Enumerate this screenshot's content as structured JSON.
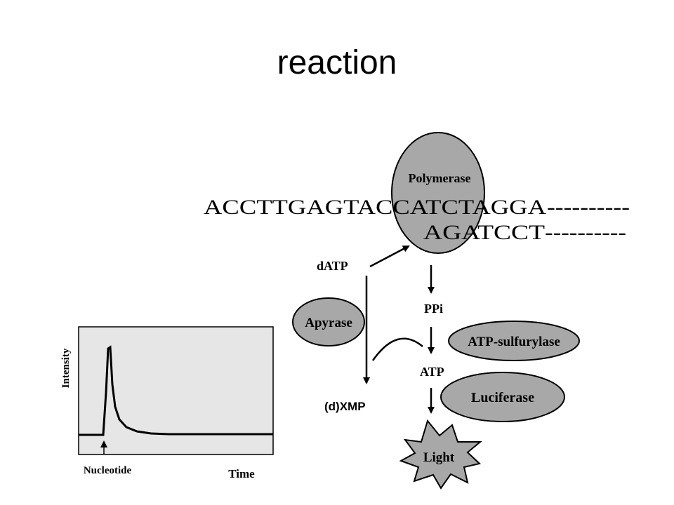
{
  "slide": {
    "title": "reaction"
  },
  "sequence": {
    "template": "ACCTTGAGTACCATCTAGGA",
    "template_tail": "----------",
    "primer": "AGATCCT",
    "primer_tail": "----------"
  },
  "enzymes": {
    "polymerase": "Polymerase",
    "apyrase": "Apyrase",
    "atp_sulfurylase": "ATP-sulfurylase",
    "luciferase": "Luciferase"
  },
  "molecules": {
    "datp": "dATP",
    "dxmp": "(d)XMP",
    "ppi": "PPi",
    "atp": "ATP"
  },
  "output": {
    "light": "Light"
  },
  "plot": {
    "ylabel": "Intensity",
    "xlabel": "Time",
    "marker": "Nucleotide"
  },
  "colors": {
    "enzyme_fill": "#a8a8a8",
    "plot_bg": "#e6e6e6",
    "ink": "#000000"
  }
}
